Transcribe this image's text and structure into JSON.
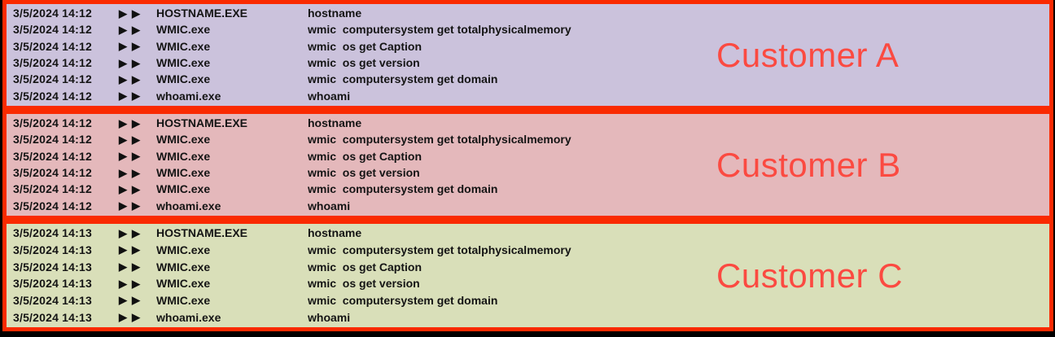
{
  "colors": {
    "border_red": "#fa2a00",
    "label_red": "#fb4a41",
    "section_a_bg": "#cbc2dc",
    "section_b_bg": "#e4b8bb",
    "section_c_bg": "#d9dfb9",
    "row_text": "#141414",
    "frame_edge": "#000000"
  },
  "icons": {
    "play": "▶"
  },
  "sections": [
    {
      "id": "customer-a",
      "label": "Customer A",
      "background_color": "#cbc2dc",
      "rows": [
        {
          "timestamp": "3/5/2024 14:12",
          "process": "HOSTNAME.EXE",
          "command": "hostname"
        },
        {
          "timestamp": "3/5/2024 14:12",
          "process": "WMIC.exe",
          "command": "wmic  computersystem get totalphysicalmemory"
        },
        {
          "timestamp": "3/5/2024 14:12",
          "process": "WMIC.exe",
          "command": "wmic  os get Caption"
        },
        {
          "timestamp": "3/5/2024 14:12",
          "process": "WMIC.exe",
          "command": "wmic  os get version"
        },
        {
          "timestamp": "3/5/2024 14:12",
          "process": "WMIC.exe",
          "command": "wmic  computersystem get domain"
        },
        {
          "timestamp": "3/5/2024 14:12",
          "process": "whoami.exe",
          "command": "whoami"
        }
      ]
    },
    {
      "id": "customer-b",
      "label": "Customer B",
      "background_color": "#e4b8bb",
      "rows": [
        {
          "timestamp": "3/5/2024 14:12",
          "process": "HOSTNAME.EXE",
          "command": "hostname"
        },
        {
          "timestamp": "3/5/2024 14:12",
          "process": "WMIC.exe",
          "command": "wmic  computersystem get totalphysicalmemory"
        },
        {
          "timestamp": "3/5/2024 14:12",
          "process": "WMIC.exe",
          "command": "wmic  os get Caption"
        },
        {
          "timestamp": "3/5/2024 14:12",
          "process": "WMIC.exe",
          "command": "wmic  os get version"
        },
        {
          "timestamp": "3/5/2024 14:12",
          "process": "WMIC.exe",
          "command": "wmic  computersystem get domain"
        },
        {
          "timestamp": "3/5/2024 14:12",
          "process": "whoami.exe",
          "command": "whoami"
        }
      ]
    },
    {
      "id": "customer-c",
      "label": "Customer C",
      "background_color": "#d9dfb9",
      "rows": [
        {
          "timestamp": "3/5/2024 14:13",
          "process": "HOSTNAME.EXE",
          "command": "hostname"
        },
        {
          "timestamp": "3/5/2024 14:13",
          "process": "WMIC.exe",
          "command": "wmic  computersystem get totalphysicalmemory"
        },
        {
          "timestamp": "3/5/2024 14:13",
          "process": "WMIC.exe",
          "command": "wmic  os get Caption"
        },
        {
          "timestamp": "3/5/2024 14:13",
          "process": "WMIC.exe",
          "command": "wmic  os get version"
        },
        {
          "timestamp": "3/5/2024 14:13",
          "process": "WMIC.exe",
          "command": "wmic  computersystem get domain"
        },
        {
          "timestamp": "3/5/2024 14:13",
          "process": "whoami.exe",
          "command": "whoami"
        }
      ]
    }
  ]
}
